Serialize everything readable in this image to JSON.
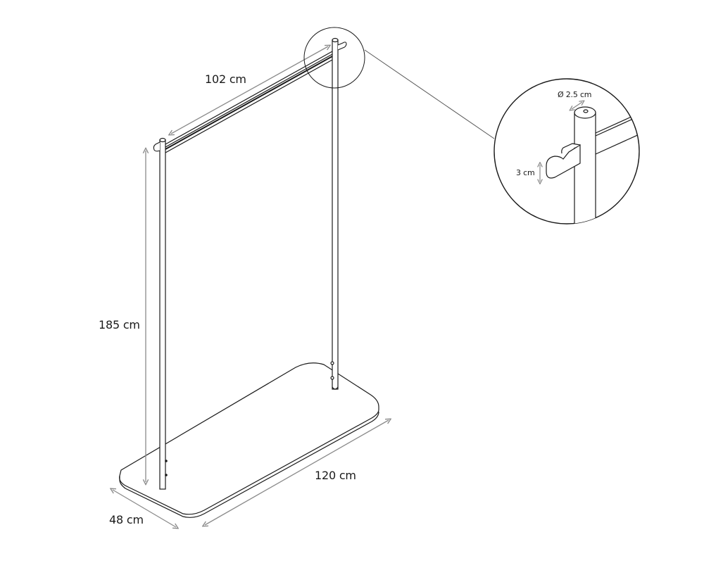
{
  "diagram": {
    "subject": "Clothing rack with rectangular base, two vertical poles, horizontal hanging rail and hooks",
    "colors": {
      "line": "#1a1a1a",
      "dimension": "#8a8a8a",
      "background": "#ffffff"
    },
    "dimensions": {
      "rail_length": "102 cm",
      "height": "185 cm",
      "base_length": "120 cm",
      "base_depth": "48 cm"
    },
    "detail_callout": {
      "pole_diameter": "Ø 2.5 cm",
      "hook_height": "3 cm"
    }
  }
}
